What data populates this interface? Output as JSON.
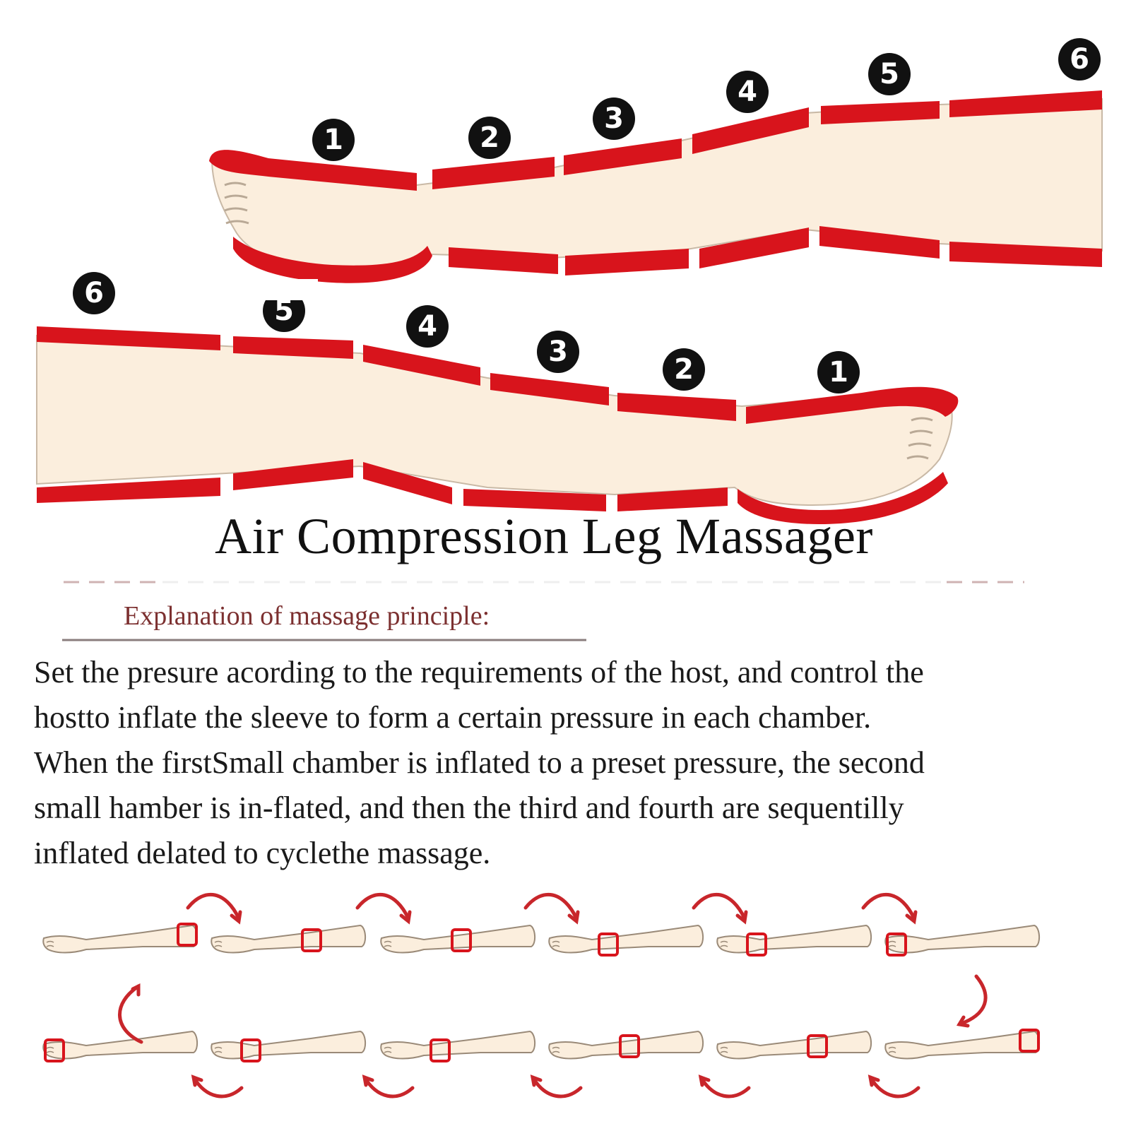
{
  "title": "Air Compression Leg Massager",
  "subtitle": "Explanation of massage principle:",
  "paragraph_lines": [
    "Set the presure acording to the requirements of the host, and control the",
    "hostto inflate the sleeve to form a certain pressure in each chamber.",
    "When the firstSmall chamber is inflated to a preset pressure, the second",
    "small hamber is in-flated, and then the third and fourth are sequentilly",
    "inflated delated to cyclethe massage."
  ],
  "top_leg_labels": [
    "1",
    "2",
    "3",
    "4",
    "5",
    "6"
  ],
  "bottom_leg_labels": [
    "6",
    "5",
    "4",
    "3",
    "2",
    "1"
  ],
  "colors": {
    "sleeve_red": "#d8141c",
    "skin": "#fbeedd",
    "badge": "#111111",
    "subtitle": "#7c3030",
    "arrow": "#c8262b"
  }
}
